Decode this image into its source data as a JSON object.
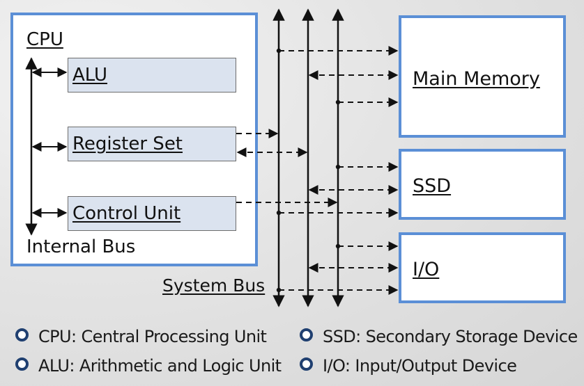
{
  "cpu": {
    "title": "CPU",
    "internal_bus": "Internal Bus",
    "units": [
      "ALU",
      "Register Set",
      "Control Unit"
    ]
  },
  "devices": [
    "Main Memory",
    "SSD",
    "I/O"
  ],
  "system_bus_label": "System Bus",
  "legend": [
    "CPU: Central Processing Unit",
    "SSD: Secondary Storage Device",
    "ALU: Arithmetic and Logic Unit",
    "I/O: Input/Output Device"
  ],
  "colors": {
    "box_border": "#5b8fd6",
    "unit_fill": "#dbe3ef",
    "bullet": "#1f3f70"
  }
}
